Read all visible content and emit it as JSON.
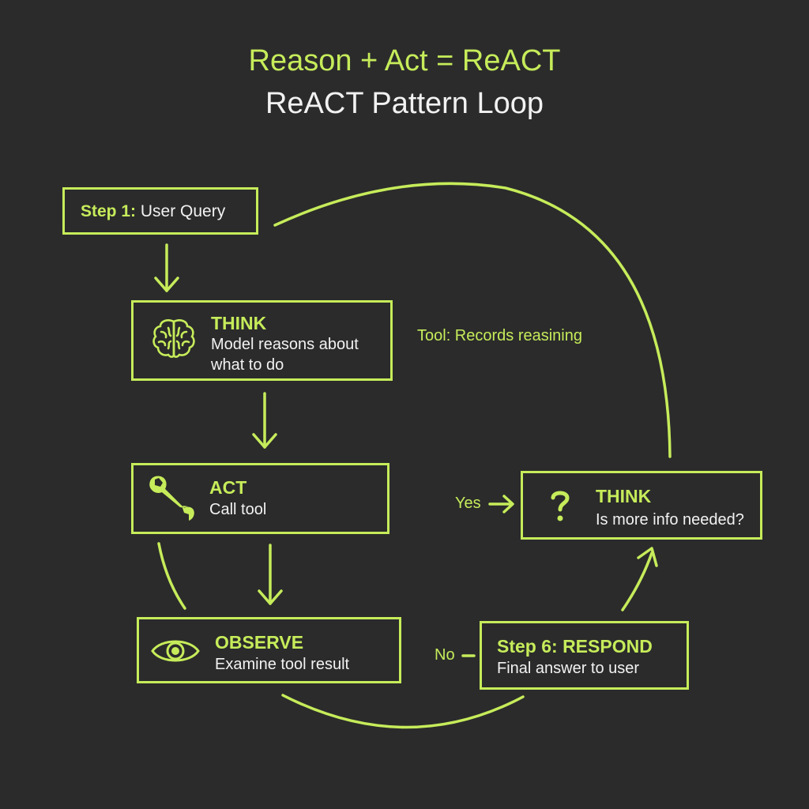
{
  "header": {
    "title": "Reason + Act = ReACT",
    "subtitle": "ReACT Pattern Loop"
  },
  "nodes": {
    "step1": {
      "label": "Step 1:",
      "text": "User Query"
    },
    "think": {
      "title": "THINK",
      "desc_line1": "Model reasons about",
      "desc_line2": "what to do",
      "icon": "brain-icon"
    },
    "act": {
      "title": "ACT",
      "desc": "Call tool",
      "icon": "wrench-icon"
    },
    "observe": {
      "title": "OBSERVE",
      "desc": "Examine tool result",
      "icon": "eye-icon"
    },
    "think2": {
      "title": "THINK",
      "desc": "Is more info needed?",
      "icon": "question-mark-icon"
    },
    "respond": {
      "title": "Step 6: RESPOND",
      "desc": "Final answer to user"
    }
  },
  "annotations": {
    "tool_note": "Tool: Records reasining",
    "yes": "Yes",
    "no": "No"
  },
  "colors": {
    "background": "#2b2b2b",
    "accent": "#c6ec5a",
    "text": "#f2f2f2"
  }
}
